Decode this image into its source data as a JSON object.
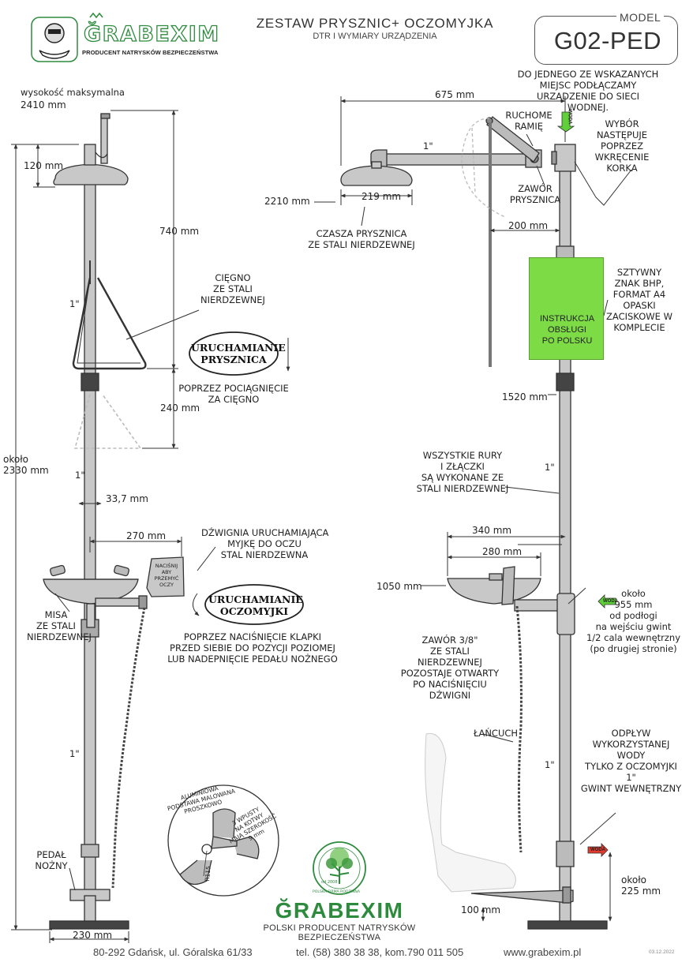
{
  "header": {
    "brand": "ĞRABEXIM",
    "brand_tagline": "PRODUCENT NATRYSKÓW BEZPIECZEŃSTWA",
    "title": "ZESTAW PRYSZNIC+ OCZOMYJKA",
    "subtitle": "DTR I WYMIARY URZĄDZENIA",
    "model_caption": "MODEL",
    "model": "G02-PED"
  },
  "left_view": {
    "max_height_label": "wysokość maksymalna",
    "max_height": "2410 mm",
    "dim_120": "120 mm",
    "dim_740": "740 mm",
    "dim_240": "240 mm",
    "dim_2330": "około\n2330 mm",
    "dim_33_7": "33,7 mm",
    "dim_270": "270 mm",
    "dim_230": "230 mm",
    "pipe_1_a": "1\"",
    "pipe_1_b": "1\"",
    "pipe_1_c": "1\"",
    "pull_rod": "CIĘGNO\nZE STALI\nNIERDZEWNEJ",
    "shower_oval": "URUCHAMIANIE\nPRYSZNICA",
    "shower_instr": "POPRZEZ POCIĄGNIĘCIE\nZA CIĘGNO",
    "lever_label": "DŹWIGNIA URUCHAMIAJĄCA\nMYJKĘ DO OCZU\nSTAL NIERDZEWNA",
    "lever_plate": "NACIŚNIJ\nABY\nPRZEMYĆ\nOCZY",
    "eyewash_oval": "URUCHAMIANIE\nOCZOMYJKI",
    "eyewash_instr": "POPRZEZ NACIŚNIĘCIE KLAPKI\nPRZED SIEBIE DO POZYCJI POZIOMEJ\nLUB NADEPNIĘCIE PEDAŁU NOŻNEGO",
    "bowl_label": "MISA\nZE STALI\nNIERDZEWNEJ",
    "pedal_label": "PEDAŁ\nNOŻNY",
    "base_label": "ALUMINIOWA\nPODSTAWA MALOWANA\nPROSZKOWO",
    "anchor_label": "3 WPUSTY\nNA KOTWY\nMAJĄ SZEROKOŚĆ\n9 mm",
    "base_radius": "R115"
  },
  "right_view": {
    "dim_675": "675 mm",
    "moving_arm": "RUCHOME\nRAMIĘ",
    "pipe_1_top": "1\"",
    "dim_2210": "2210 mm",
    "dim_219": "219 mm",
    "shower_valve": "ZAWÓR\nPRYSZNICA",
    "dim_200": "200 mm",
    "shower_head": "CZASZA PRYSZNICA\nZE STALI NIERDZEWNEJ",
    "water_note_top": "DO JEDNEGO ZE WSKAZANYCH\nMIEJSC PODŁĄCZAMY\nURZĄDZENIE DO SIECI\nWODNEJ.",
    "plug_note": "WYBÓR\nNASTĘPUJE\nPOPRZEZ\nWKRĘCENIE\nKORKA",
    "sign_text": "INSTRUKCJA\nOBSŁUGI\nPO POLSKU",
    "sign_note": "SZTYWNY\nZNAK BHP,\nFORMAT A4\nOPASKI\nZACISKOWE W\nKOMPLECIE",
    "dim_1520": "1520 mm",
    "pipes_note": "WSZYSTKIE RURY\nI ZŁĄCZKI\nSĄ WYKONANE ZE\nSTALI NIERDZEWNEJ",
    "pipe_1_mid": "1\"",
    "dim_340": "340 mm",
    "dim_280": "280 mm",
    "dim_1050": "1050 mm",
    "inlet_note": "około\n955 mm\nod podłogi\nna wejściu gwint\n1/2 cala wewnętrzny\n(po drugiej stronie)",
    "valve_note": "ZAWÓR 3/8\"\nZE STALI\nNIERDZEWNEJ\nPOZOSTAJE OTWARTY\nPO NACIŚNIĘCIU\nDŹWIGNI",
    "chain": "ŁAŃCUCH",
    "pipe_1_low": "1\"",
    "drain_note": "ODPŁYW\nWYKORZYSTANEJ\nWODY\nTYLKO Z OCZOMYJKI\n1\"\nGWINT WEWNĘTRZNY",
    "dim_225": "około\n225 mm",
    "dim_100": "100 mm",
    "water_tag": "WODA"
  },
  "footer": {
    "brand": "ĞRABEXIM",
    "tagline": "POLSKI PRODUCENT NATRYSKÓW BEZPIECZEŃSTWA",
    "address": "80-292 Gdańsk, ul. Góralska 61/33",
    "phone": "tel. (58) 380 38 38, kom.790 011 505",
    "website": "www.grabexim.pl",
    "date": "03.12.2022",
    "seal_text": "POLSKA FIRMA RODZINNA",
    "seal_year": "od 2008"
  },
  "colors": {
    "brand_green": "#2e8b3e",
    "sign_green": "#7ddb45",
    "pipe_gray": "#bdbdbd",
    "outline": "#333333",
    "arrow_red": "#e23b2e"
  }
}
